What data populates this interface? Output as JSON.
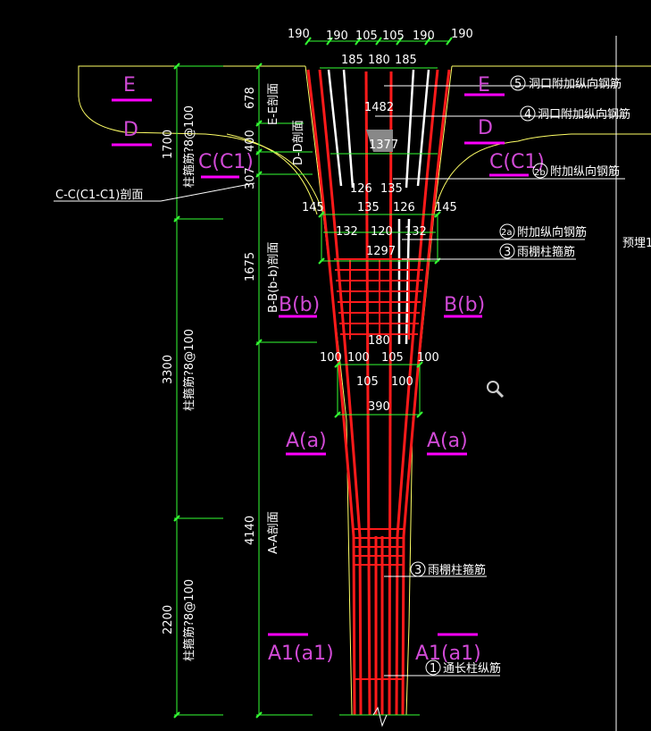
{
  "colors": {
    "background": "#000000",
    "outline": "#ffff66",
    "rebar": "#ff1a1a",
    "dimension": "#33ff33",
    "text": "#ffffff",
    "section_label": "#d14ad6",
    "section_underline": "#ff00ff"
  },
  "top_dims": [
    "190",
    "190",
    "105",
    "105",
    "190",
    "190"
  ],
  "top_dims_row2": [
    "185",
    "180",
    "185"
  ],
  "inner_dims": {
    "d1482": "1482",
    "d1377": "1377",
    "d126a": "126",
    "d135a": "135",
    "d145l": "145",
    "d135b": "135",
    "d126b": "126",
    "d145r": "145",
    "d132a": "132",
    "d120": "120",
    "d132b": "132",
    "d1297": "1297",
    "d180": "180",
    "d100a": "100",
    "d100b": "100",
    "d105a": "105",
    "d100c": "100",
    "d105b": "105",
    "d100d": "100",
    "d390": "390"
  },
  "left_dims_inner": [
    "678",
    "400",
    "307",
    "1675",
    "4140"
  ],
  "left_dims_outer": [
    "1700",
    "3300",
    "2200"
  ],
  "stirrup_labels": [
    "柱箍筋?8@100",
    "柱箍筋?8@100",
    "柱箍筋?8@100"
  ],
  "section_labels_vertical": [
    "E-E剖面",
    "D-D剖面",
    "B-B(b-b)剖面",
    "A-A剖面"
  ],
  "section_marks": {
    "e_left": "E",
    "d_left": "D",
    "c_left": "C(C1)",
    "e_right": "E",
    "d_right": "D",
    "c_right": "C(C1)",
    "b_left": "B(b)",
    "b_right": "B(b)",
    "a_left": "A(a)",
    "a_right": "A(a)",
    "a1_left": "A1(a1)",
    "a1_right": "A1(a1)"
  },
  "c_section_note": "C-C(C1-C1)剖面",
  "annotations": {
    "a5": {
      "num": "5",
      "text": "洞口附加纵向钢筋"
    },
    "a4": {
      "num": "4",
      "text": "洞口附加纵向钢筋"
    },
    "a2b": {
      "num": "2b",
      "text": "附加纵向钢筋"
    },
    "a2a": {
      "num": "2a",
      "text": "附加纵向钢筋"
    },
    "a3a": {
      "num": "3",
      "text": "雨棚柱箍筋"
    },
    "a3b": {
      "num": "3",
      "text": "雨棚柱箍筋"
    },
    "a1": {
      "num": "1",
      "text": "通长柱纵筋"
    }
  },
  "right_note": "预埋1"
}
